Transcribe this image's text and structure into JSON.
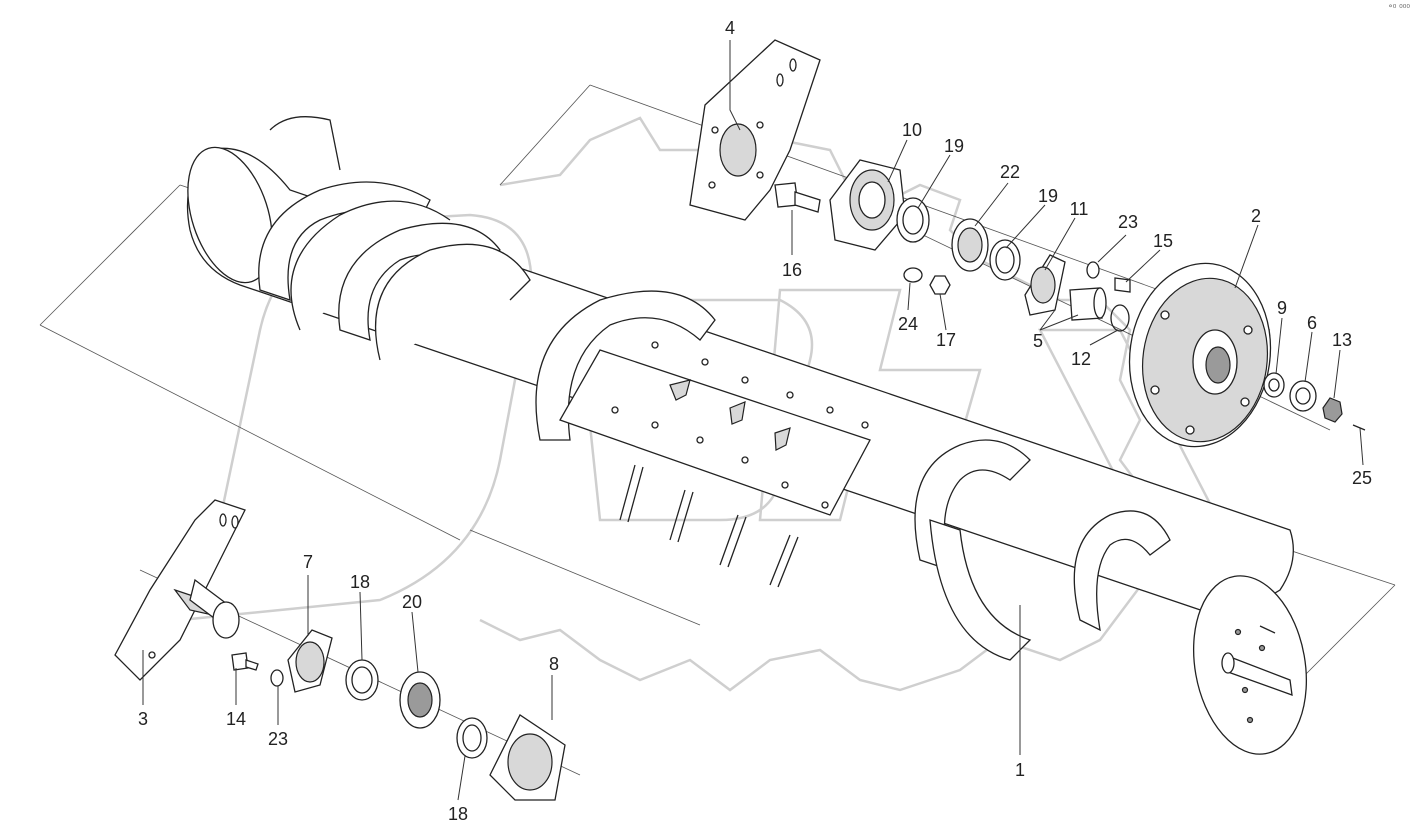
{
  "corner_text": "°⁰ ⁰⁰⁰",
  "callouts": [
    {
      "label": "4"
    },
    {
      "label": "10"
    },
    {
      "label": "19"
    },
    {
      "label": "22"
    },
    {
      "label": "19"
    },
    {
      "label": "11"
    },
    {
      "label": "23"
    },
    {
      "label": "15"
    },
    {
      "label": "2"
    },
    {
      "label": "16"
    },
    {
      "label": "24"
    },
    {
      "label": "17"
    },
    {
      "label": "5"
    },
    {
      "label": "12"
    },
    {
      "label": "9"
    },
    {
      "label": "6"
    },
    {
      "label": "13"
    },
    {
      "label": "25"
    },
    {
      "label": "7"
    },
    {
      "label": "18"
    },
    {
      "label": "20"
    },
    {
      "label": "8"
    },
    {
      "label": "3"
    },
    {
      "label": "14"
    },
    {
      "label": "23"
    },
    {
      "label": "18"
    },
    {
      "label": "1"
    }
  ]
}
